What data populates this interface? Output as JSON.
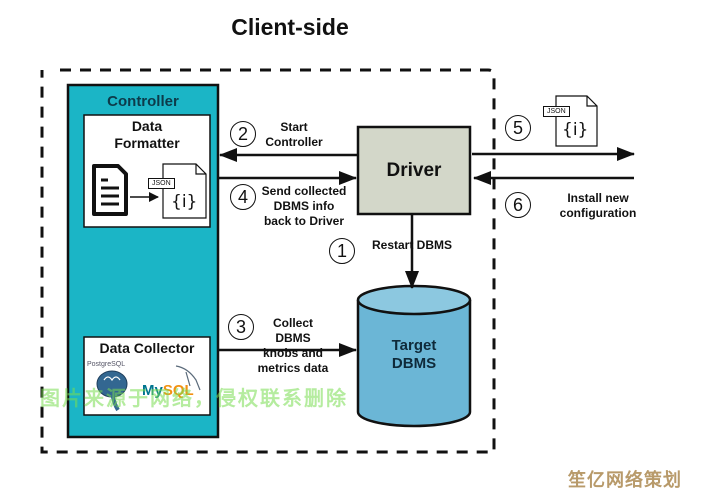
{
  "title": "Client-side",
  "controller": {
    "label": "Controller",
    "data_formatter": {
      "label_line1": "Data",
      "label_line2": "Formatter",
      "json_tag": "JSON",
      "json_glyph": "{i}"
    },
    "data_collector": {
      "label": "Data Collector",
      "postgres_label": "PostgreSQL",
      "mysql_label_my": "My",
      "mysql_label_sql": "SQL"
    }
  },
  "driver": {
    "label": "Driver"
  },
  "target_dbms": {
    "label_line1": "Target",
    "label_line2": "DBMS"
  },
  "steps": [
    {
      "number": "1",
      "lines": [
        "Restart DBMS"
      ]
    },
    {
      "number": "2",
      "lines": [
        "Start",
        "Controller"
      ]
    },
    {
      "number": "3",
      "lines": [
        "Collect",
        "DBMS",
        "knobs and",
        "metrics data"
      ]
    },
    {
      "number": "4",
      "lines": [
        "Send collected",
        "DBMS info",
        "back to Driver"
      ]
    },
    {
      "number": "5",
      "lines": []
    },
    {
      "number": "6",
      "lines": [
        "Install new",
        "configuration"
      ]
    }
  ],
  "external_json": {
    "json_tag": "JSON",
    "json_glyph": "{i}"
  },
  "colors": {
    "controller_fill": "#1bb5c6",
    "driver_fill": "#d3d7c9",
    "dbms_fill": "#6bb6d6",
    "dbms_top": "#8cc8e0"
  },
  "watermarks": {
    "center": "图片来源于网络，侵权联系删除",
    "corner": "笙亿网络策划"
  }
}
